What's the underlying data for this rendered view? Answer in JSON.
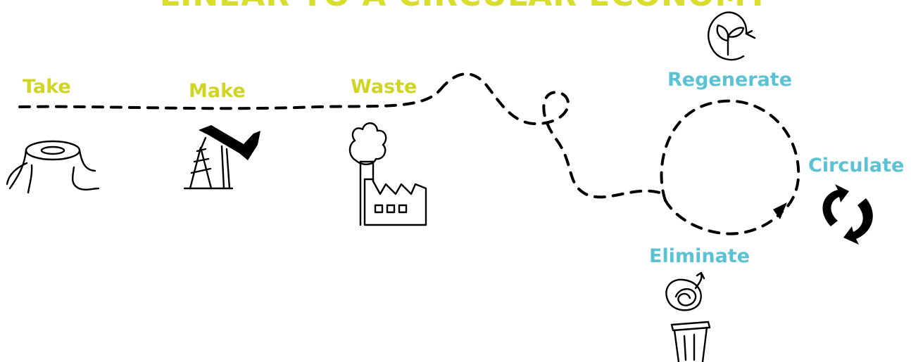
{
  "title": "LINEAR TO A CIRCULAR ECONOMY",
  "linear_stages": [
    {
      "label": "Take",
      "icon": "tree-stump-icon"
    },
    {
      "label": "Make",
      "icon": "oil-pump-icon"
    },
    {
      "label": "Waste",
      "icon": "factory-icon"
    }
  ],
  "circular_stages": [
    {
      "label": "Regenerate",
      "icon": "sprout-cycle-icon"
    },
    {
      "label": "Circulate",
      "icon": "recycle-arrows-icon"
    },
    {
      "label": "Eliminate",
      "icon": "trash-bin-icon"
    }
  ],
  "colors": {
    "linear": "#cfd520",
    "circular": "#5bc2d3",
    "title": "#d9de2a",
    "ink": "#000000"
  }
}
